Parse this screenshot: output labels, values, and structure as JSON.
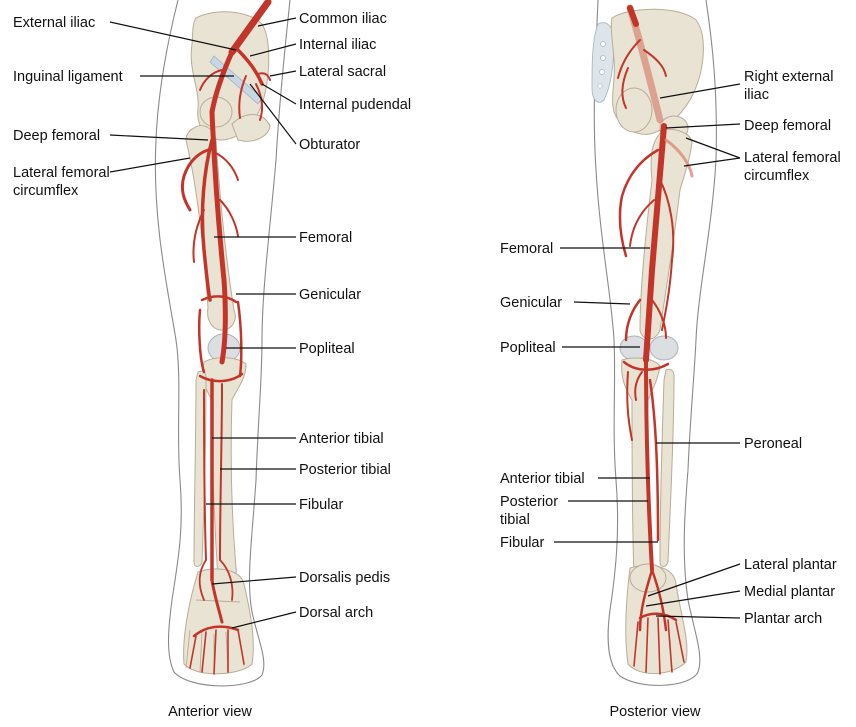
{
  "colors": {
    "artery": "#c3352a",
    "bone": "#e9e3d3",
    "bone_edge": "#b7ad98",
    "outline": "#8a8a8a",
    "text": "#111111"
  },
  "anterior": {
    "caption": "Anterior view",
    "labels": {
      "external_iliac": "External iliac",
      "inguinal_ligament": "Inguinal ligament",
      "deep_femoral": "Deep femoral",
      "lateral_femoral_circumflex_1": "Lateral femoral",
      "lateral_femoral_circumflex_2": "circumflex",
      "common_iliac": "Common iliac",
      "internal_iliac": "Internal iliac",
      "lateral_sacral": "Lateral sacral",
      "internal_pudendal": "Internal pudendal",
      "obturator": "Obturator",
      "femoral": "Femoral",
      "genicular": "Genicular",
      "popliteal": "Popliteal",
      "anterior_tibial": "Anterior tibial",
      "posterior_tibial": "Posterior tibial",
      "fibular": "Fibular",
      "dorsalis_pedis": "Dorsalis pedis",
      "dorsal_arch": "Dorsal arch"
    }
  },
  "posterior": {
    "caption": "Posterior view",
    "labels": {
      "right_external_iliac_1": "Right external",
      "right_external_iliac_2": "iliac",
      "deep_femoral": "Deep femoral",
      "lateral_femoral_circumflex_1": "Lateral femoral",
      "lateral_femoral_circumflex_2": "circumflex",
      "femoral": "Femoral",
      "genicular": "Genicular",
      "popliteal": "Popliteal",
      "peroneal": "Peroneal",
      "anterior_tibial": "Anterior tibial",
      "posterior_tibial_1": "Posterior",
      "posterior_tibial_2": "tibial",
      "fibular": "Fibular",
      "lateral_plantar": "Lateral plantar",
      "medial_plantar": "Medial plantar",
      "plantar_arch": "Plantar arch"
    }
  }
}
